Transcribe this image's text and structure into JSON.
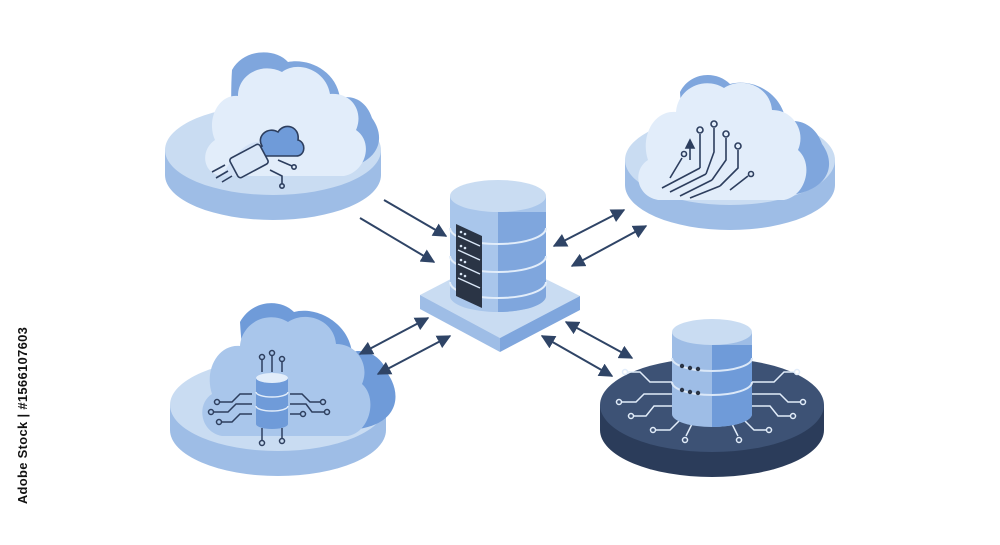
{
  "credit": {
    "stock_id_label": "Adobe Stock | #1566107603"
  },
  "colors": {
    "platform_top": "#c9dcf2",
    "platform_side": "#9ebde6",
    "cloud_light": "#dbe8f8",
    "cloud_mid": "#a9c6eb",
    "cloud_dark": "#6f9bd9",
    "navy_disk": "#3d5275",
    "navy_side": "#2b3c5a",
    "arrow": "#2f4466",
    "circuit_dark": "#2d3e5e",
    "server_face": "#2a3445"
  },
  "nodes": [
    {
      "id": "cloud-mobile",
      "icon": "smartphone-cloud-icon"
    },
    {
      "id": "cloud-circuit",
      "icon": "circuit-board-icon"
    },
    {
      "id": "cloud-database",
      "icon": "database-icon"
    },
    {
      "id": "database-platform",
      "icon": "database-server-icon"
    },
    {
      "id": "central-server",
      "icon": "server-rack-icon"
    }
  ],
  "connections": [
    {
      "from": "cloud-mobile",
      "to": "central-server",
      "direction": "to"
    },
    {
      "from": "cloud-circuit",
      "to": "central-server",
      "direction": "both"
    },
    {
      "from": "cloud-database",
      "to": "central-server",
      "direction": "both"
    },
    {
      "from": "database-platform",
      "to": "central-server",
      "direction": "both"
    }
  ]
}
